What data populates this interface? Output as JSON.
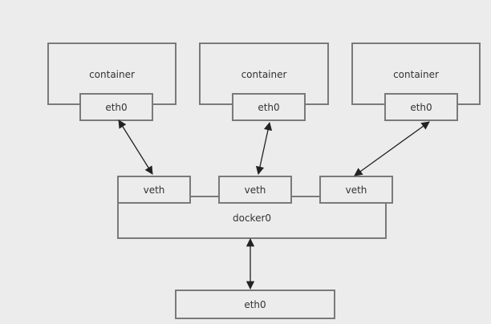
{
  "containers": [
    {
      "label": "container",
      "iface": "eth0"
    },
    {
      "label": "container",
      "iface": "eth0"
    },
    {
      "label": "container",
      "iface": "eth0"
    }
  ],
  "bridge": {
    "label": "docker0",
    "veths": [
      "veth",
      "veth",
      "veth"
    ]
  },
  "host": {
    "iface": "eth0"
  }
}
